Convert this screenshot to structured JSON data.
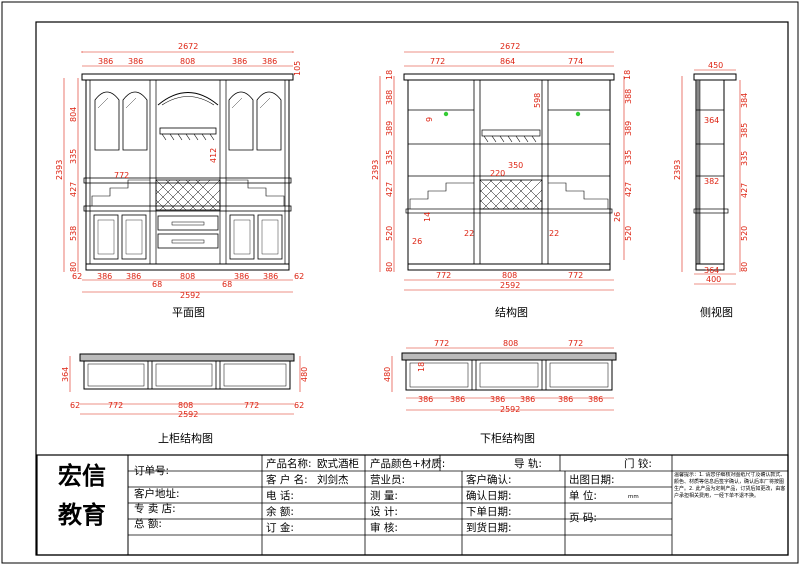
{
  "views": {
    "plan": {
      "caption": "平面图",
      "overall_width": "2672",
      "top_widths": [
        "386",
        "386",
        "808",
        "386",
        "386"
      ],
      "top_right": "105",
      "heights": [
        "804",
        "335",
        "427",
        "538",
        "80"
      ],
      "total_height": "2393",
      "inner_labels": [
        "772",
        "412"
      ],
      "bottom_widths": [
        "62",
        "386",
        "386",
        "808",
        "386",
        "386",
        "62"
      ],
      "bottom_small": [
        "68",
        "68"
      ],
      "bottom_total": "2592"
    },
    "structure": {
      "caption": "结构图",
      "overall_width": "2672",
      "top_widths": [
        "772",
        "864",
        "774"
      ],
      "top_small": "18",
      "heights_left": [
        "18",
        "388",
        "389",
        "335",
        "427",
        "520",
        "80"
      ],
      "total_height": "2393",
      "heights_right": [
        "388",
        "598",
        "389",
        "335",
        "427",
        "520"
      ],
      "inner_labels": [
        "9",
        "220",
        "350",
        "14",
        "22",
        "22",
        "26",
        "26"
      ],
      "bottom_widths": [
        "772",
        "808",
        "772"
      ],
      "bottom_total": "2592"
    },
    "side": {
      "caption": "侧视图",
      "top_width": "450",
      "inner_depth_top": "364",
      "inner_depth_mid": "382",
      "total_height": "2393",
      "heights": [
        "384",
        "385",
        "335",
        "427",
        "520",
        "80"
      ],
      "bottom_depth": "364",
      "bottom_total": "400"
    },
    "upper": {
      "caption": "上柜结构图",
      "height": "364",
      "right_height": "480",
      "widths": [
        "62",
        "772",
        "808",
        "772",
        "62"
      ],
      "total": "2592"
    },
    "lower": {
      "caption": "下柜结构图",
      "top_widths": [
        "772",
        "808",
        "772"
      ],
      "height": "480",
      "inner": "18",
      "bottom_widths": [
        "386",
        "386",
        "386",
        "386",
        "386",
        "386"
      ],
      "total": "2592"
    }
  },
  "title_block": {
    "brand_line1": "宏信",
    "brand_line2": "教育",
    "order_no": "订单号:",
    "product_name_label": "产品名称:",
    "product_name_value": "欧式酒柜",
    "color_material": "产品颜色+材质:",
    "guide": "导   轨:",
    "door": "门   铰:",
    "customer_label": "客 户 名:",
    "customer_value": "刘剑杰",
    "sales": "营业员:",
    "customer_confirm": "客户确认:",
    "out_date": "出图日期:",
    "customer_address": "客户地址:",
    "phone": "电    话:",
    "measure": "测     量:",
    "confirm_date": "确认日期:",
    "unit_label": "单      位:",
    "unit_value": "mm",
    "store": "专 卖 店:",
    "balance": "余    额:",
    "design": "设     计:",
    "order_date": "下单日期:",
    "page": "页       码:",
    "total": "总      额:",
    "deposit": "订    金:",
    "review": "审     核:",
    "delivery_date": "到货日期:",
    "notice": "温馨提示：1. 请您仔细核对图纸尺寸及确认款式、颜色、材质等信息后签字确认，确认后本厂将按图生产。2. 此产品为定制产品，订货后如更改，由客户承担相关费用，一经下单不退不换。"
  }
}
